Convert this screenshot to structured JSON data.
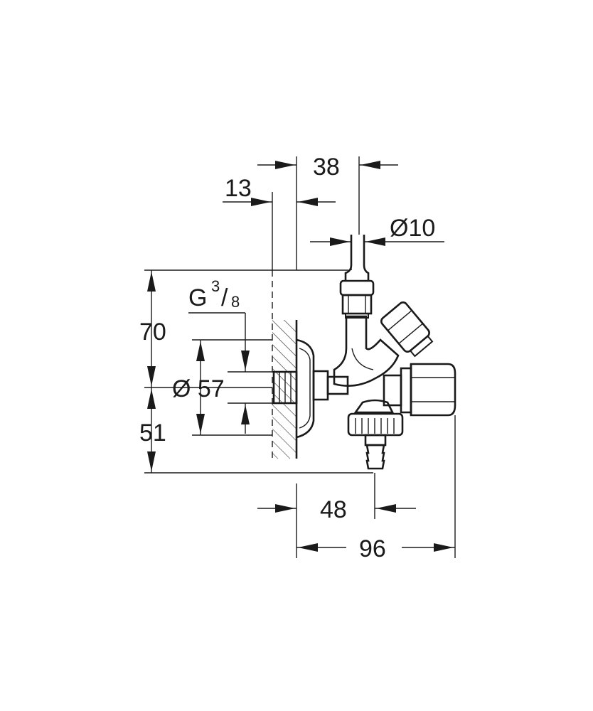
{
  "dimensions": {
    "wall_to_outlet": "38",
    "wall_thickness": "13",
    "pipe_diameter": "Ø10",
    "thread_letter": "G",
    "thread_numerator": "3",
    "thread_denominator": "8",
    "height_above": "70",
    "flange_diameter": "Ø 57",
    "height_below": "51",
    "hose_offset": "48",
    "total_depth": "96"
  },
  "colors": {
    "line": "#1a1a1a",
    "background": "#ffffff"
  }
}
